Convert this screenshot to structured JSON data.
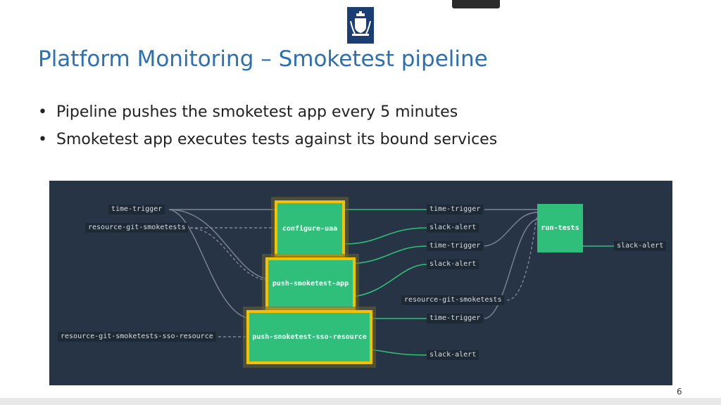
{
  "slide": {
    "title": "Platform Monitoring – Smoketest pipeline",
    "bullets": [
      "Pipeline pushes the smoketest app every 5 minutes",
      "Smoketest app executes tests against its bound services"
    ],
    "bullet_glyph": "•",
    "page_number": "6",
    "logo_icon": "royal-crest-icon"
  },
  "pipeline": {
    "jobs": {
      "configure_uaa": "configure-uaa",
      "push_app": "push-smoketest-app",
      "push_sso": "push-smoketest-sso-resource",
      "run_tests": "run-tests"
    },
    "inputs": {
      "time_trigger": "time-trigger",
      "git_smoketests": "resource-git-smoketests",
      "git_sso": "resource-git-smoketests-sso-resource"
    },
    "outputs": {
      "time_trigger_1": "time-trigger",
      "slack_alert_1": "slack-alert",
      "time_trigger_2": "time-trigger",
      "slack_alert_2": "slack-alert",
      "git_smoketests_2": "resource-git-smoketests",
      "time_trigger_3": "time-trigger",
      "slack_alert_3": "slack-alert",
      "slack_alert_4": "slack-alert"
    },
    "colors": {
      "background": "#273445",
      "job_green": "#2fbf7a",
      "running_outline": "#f2c200",
      "edge_gray": "#7d8794",
      "edge_green": "#2fbf7a"
    }
  }
}
